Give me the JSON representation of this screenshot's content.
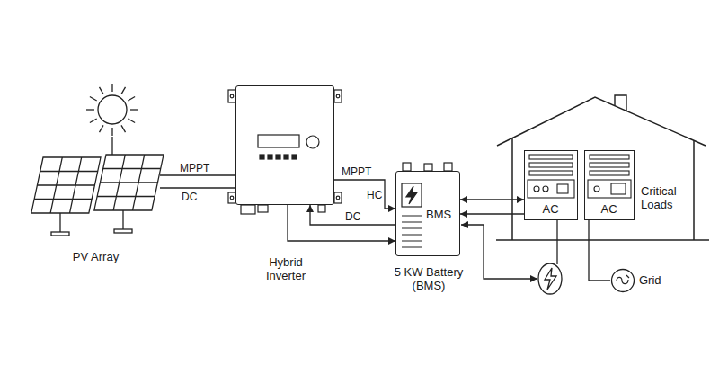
{
  "diagram": {
    "nodes": [
      {
        "text": [
          "PV Array"
        ]
      },
      {
        "text": [
          "Hybrid Inverter"
        ]
      },
      {
        "text": [
          "BMS",
          "5 KW Battery (BMS)"
        ]
      },
      {
        "text": [
          "Critical Loads"
        ]
      },
      {
        "text": [
          "AC"
        ],
        "in": 3
      },
      {
        "text": [
          "AC"
        ],
        "in": 3
      },
      {
        "text": [
          "Grid"
        ]
      }
    ],
    "edges": [
      {
        "from": 0,
        "to": 1,
        "label": "MPPT",
        "arrow": "none"
      },
      {
        "from": 0,
        "to": 1,
        "label": "DC",
        "arrow": "none"
      },
      {
        "from": 1,
        "to": 2,
        "label": "MPPT",
        "arrow": "to"
      },
      {
        "from": 2,
        "to": 1,
        "label": "DC",
        "arrow": "to"
      },
      {
        "from": 1,
        "to": 2,
        "arrow": "to"
      },
      {
        "from": 2,
        "to": 4,
        "arrow": "both"
      },
      {
        "from": 4,
        "to": 2,
        "arrow": "to"
      },
      {
        "from": 6,
        "to": 5,
        "arrow": "none"
      }
    ],
    "labels": [
      "HC"
    ]
  }
}
